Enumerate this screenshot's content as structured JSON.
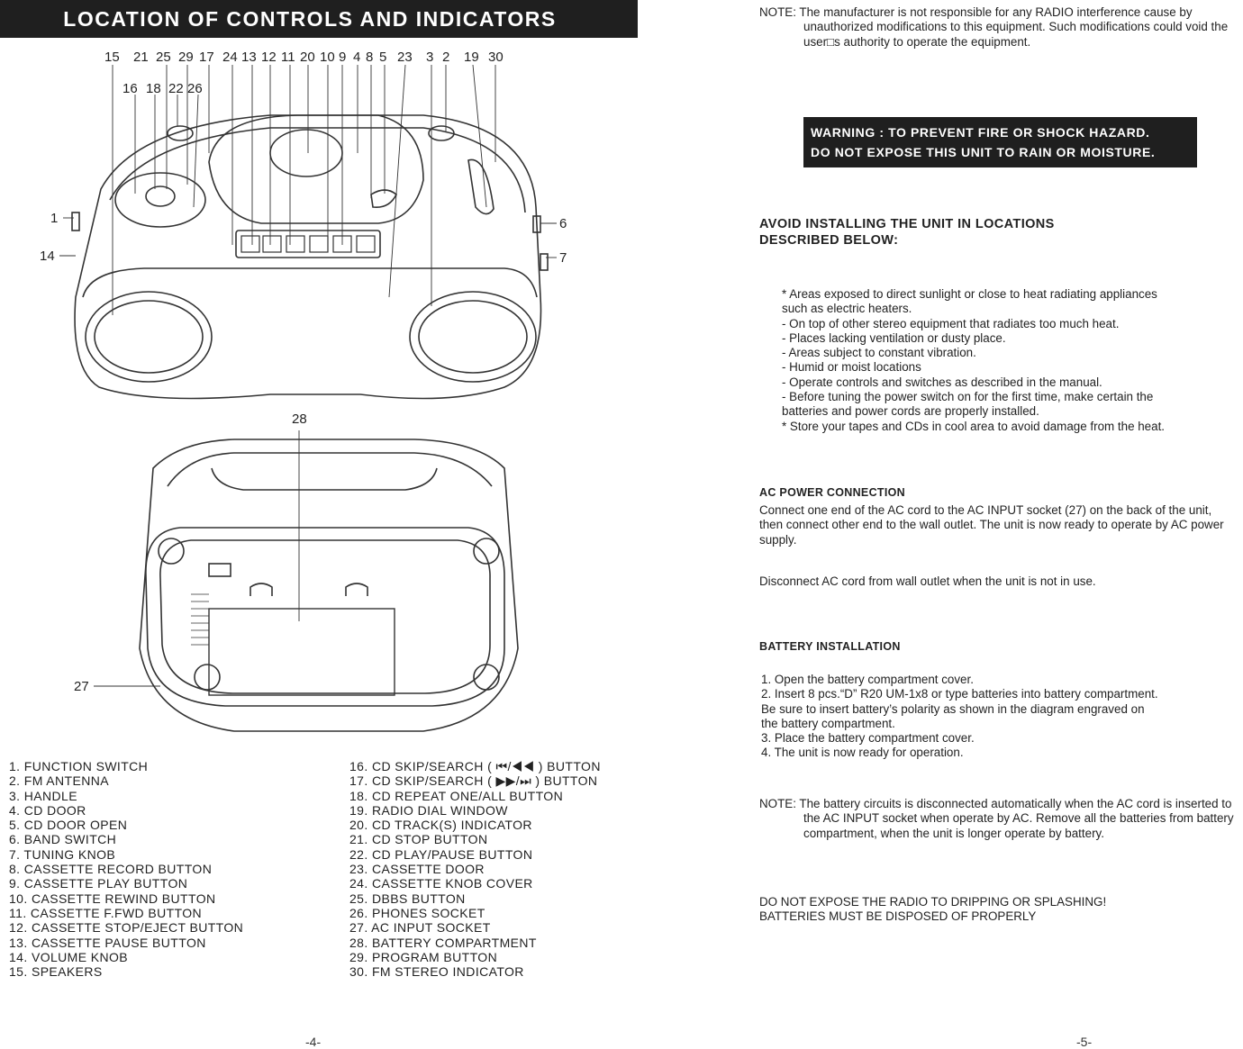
{
  "left_page": {
    "title": "LOCATION OF CONTROLS AND INDICATORS",
    "callouts_top": [
      "15",
      "21",
      "25",
      "29",
      "17",
      "24",
      "13",
      "12",
      "11",
      "20",
      "10",
      "9",
      "4",
      "8",
      "5",
      "23",
      "3",
      "2",
      "19",
      "30"
    ],
    "callouts_top_second_row": [
      "16",
      "18",
      "22",
      "26"
    ],
    "callouts_side": [
      "1",
      "14",
      "6",
      "7"
    ],
    "callout_battery": "28",
    "callout_ac": "27",
    "controls_col1": [
      "1.   FUNCTION SWITCH",
      "2.   FM ANTENNA",
      "3.   HANDLE",
      "4.   CD DOOR",
      "5.   CD DOOR OPEN",
      "6.   BAND SWITCH",
      "7.   TUNING KNOB",
      "8.   CASSETTE RECORD BUTTON",
      "9.   CASSETTE PLAY BUTTON",
      "10. CASSETTE REWIND BUTTON",
      "11. CASSETTE F.FWD BUTTON",
      "12. CASSETTE STOP/EJECT BUTTON",
      "13. CASSETTE PAUSE BUTTON",
      "14. VOLUME KNOB",
      "15. SPEAKERS"
    ],
    "controls_col2": [
      "16. CD SKIP/SEARCH ( ⏮/◀◀ ) BUTTON",
      "17. CD SKIP/SEARCH ( ▶▶/⏭ ) BUTTON",
      "18. CD REPEAT ONE/ALL BUTTON",
      "19. RADIO DIAL WINDOW",
      "20. CD TRACK(S) INDICATOR",
      "21. CD STOP BUTTON",
      "22. CD PLAY/PAUSE BUTTON",
      "23. CASSETTE DOOR",
      "24. CASSETTE KNOB COVER",
      "25. DBBS BUTTON",
      "26. PHONES SOCKET",
      "27. AC INPUT SOCKET",
      "28. BATTERY COMPARTMENT",
      "29. PROGRAM BUTTON",
      "30. FM STEREO INDICATOR"
    ],
    "page_number": "-4-"
  },
  "right_page": {
    "note1": "NOTE: The manufacturer is not responsible for any RADIO interference cause by unauthorized modifications to this equipment. Such modifications could void the user□s authority to operate the equipment.",
    "warning_line1": "WARNING : TO PREVENT FIRE OR SHOCK HAZARD.",
    "warning_line2": "DO NOT EXPOSE THIS UNIT TO RAIN OR MOISTURE.",
    "avoid_heading_line1": "AVOID INSTALLING THE UNIT IN LOCATIONS",
    "avoid_heading_line2": "DESCRIBED BELOW:",
    "avoid_items": [
      "*  Areas exposed to direct sunlight or close to heat radiating appliances",
      "   such as electric heaters.",
      "-  On top of other stereo equipment that radiates too much heat.",
      "-  Places lacking ventilation or dusty place.",
      "-  Areas subject to constant vibration.",
      "-  Humid or moist locations",
      "-  Operate controls and switches as described in the manual.",
      "-  Before tuning the power switch on for the first time, make certain the",
      "   batteries and power cords are properly installed.",
      "* Store your tapes and CDs in cool area to avoid damage from the heat."
    ],
    "ac_heading": "AC POWER CONNECTION",
    "ac_text": "Connect one end of the AC cord to the AC INPUT socket (27) on the back of the unit, then connect other end to the wall outlet. The unit is now ready to operate by AC power supply.",
    "ac_disconnect": "Disconnect AC cord from wall outlet when the unit is not in use.",
    "battery_heading": "BATTERY INSTALLATION",
    "battery_steps": [
      "1. Open the battery compartment cover.",
      "2. Insert 8 pcs.“D” R20  UM-1x8  or  type batteries into battery compartment.",
      "    Be sure to insert battery’s polarity as shown in the diagram engraved on",
      "    the battery compartment.",
      "3. Place the battery compartment cover.",
      "4. The unit is now ready for operation."
    ],
    "note2": "NOTE: The battery circuits is disconnected automatically when the AC cord is inserted to the AC INPUT socket when operate by AC. Remove all the batteries from battery compartment, when the unit is longer operate by battery.",
    "final_line1": "DO NOT EXPOSE THE RADIO TO DRIPPING OR SPLASHING!",
    "final_line2": "BATTERIES MUST BE DISPOSED OF PROPERLY",
    "page_number": "-5-"
  }
}
